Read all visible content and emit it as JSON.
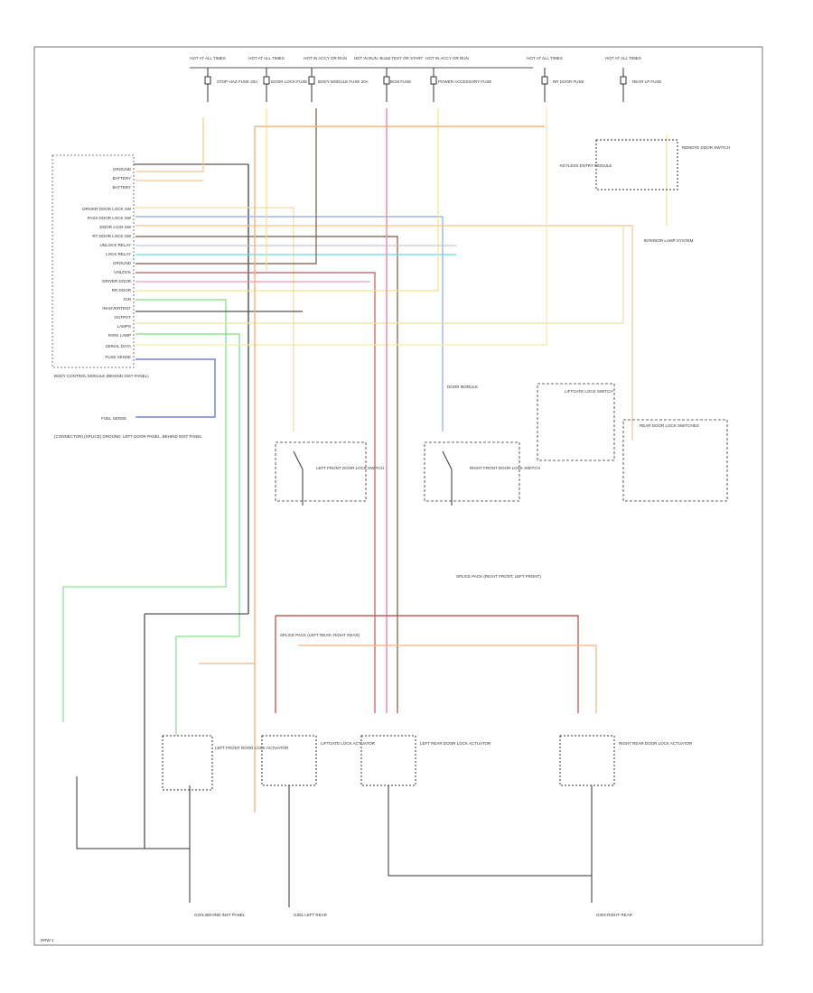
{
  "diagram": {
    "fuse_labels": [
      "HOT AT ALL TIMES",
      "HOT AT ALL TIMES",
      "HOT IN ACCY OR RUN",
      "HOT IN RUN, BULB TEST OR START",
      "HOT IN ACCY OR RUN",
      "HOT AT ALL TIMES",
      "HOT AT ALL TIMES"
    ],
    "fuse_names": [
      "STOP-HAZ FUSE 20A",
      "DOOR LOCK FUSE",
      "BODY MODULE FUSE 20A",
      "BCM FUSE",
      "POWER ACCESSORY FUSE",
      "RR DOOR FUSE",
      "REAR LP FUSE"
    ],
    "bcm_pins": [
      "GROUND",
      "BATTERY",
      "BATTERY",
      "",
      "DRIVER DOOR LOCK SW",
      "PASS DOOR LOCK SW",
      "DOOR AJAR SW",
      "RT DOOR LOCK SW",
      "UNLOCK RELAY",
      "LOCK RELAY",
      "GROUND",
      "UNLOCK",
      "DRIVER DOOR",
      "RR DOOR",
      "IGN",
      "INADVERTENT",
      "OUTPUT",
      "LAMPS",
      "PARK LAMP",
      "SERIAL DATA",
      "FUSE SENSE"
    ],
    "bcm_label": "BODY CONTROL MODULE (BEHIND INST PANEL)",
    "fuel_sense": "FUEL SENSE",
    "left_note": "(CONNECTOR) (SPLICE) GROUND: LEFT DOOR PANEL, BEHIND INST PANEL",
    "labels": {
      "keyless": "KEYLESS ENTRY MODULE",
      "remote": "REMOTE DOOR SWITCH",
      "left_front_switch": "LEFT FRONT DOOR LOCK SWITCH",
      "right_front_switch": "RIGHT FRONT DOOR LOCK SWITCH",
      "liftgate_switch": "LIFTGATE LOCK SWITCH",
      "rear_switches": "REAR DOOR LOCK SWITCHES",
      "door_module": "DOOR MODULE",
      "splice_top": "SPLICE PACK (RIGHT FRONT, LEFT FRONT)",
      "splice_mid": "SPLICE PACK (LEFT REAR, RIGHT REAR)",
      "actuator_1": "LEFT FRONT DOOR LOCK ACTUATOR",
      "actuator_2": "LIFTGATE LOCK ACTUATOR",
      "actuator_3": "LEFT REAR DOOR LOCK ACTUATOR",
      "actuator_4": "RIGHT REAR DOOR LOCK ACTUATOR",
      "interior_lamp": "INTERIOR LAMP SYSTEM",
      "ground_1": "G201 BEHIND INST PANEL",
      "ground_2": "G301 LEFT REAR",
      "ground_3": "G302 RIGHT REAR",
      "footer": "DRW-1"
    }
  }
}
